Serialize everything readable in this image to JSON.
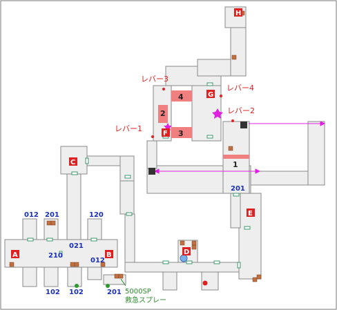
{
  "map": {
    "markers": [
      "A",
      "B",
      "C",
      "D",
      "E",
      "F",
      "G",
      "H"
    ],
    "gate_numbers": [
      "1",
      "2",
      "3",
      "4"
    ],
    "lever_labels": [
      "レバー1",
      "レバー2",
      "レバー3",
      "レバー4"
    ],
    "room_numbers": [
      "012",
      "201",
      "120",
      "021",
      "210",
      "012",
      "102",
      "102",
      "201",
      "201"
    ],
    "note_sp": "5000SP",
    "note_item": "救急スプレー"
  },
  "colors": {
    "background": "#ffffff",
    "frame": "#777777",
    "floor": "#eeeeee",
    "wall": "#888888",
    "gate": "#f08080",
    "marker": "#e02020",
    "lever_text": "#e02020",
    "room_number": "#1a2fb8",
    "arrow": "#e020e0",
    "chest": "#c07040",
    "door": "#3a9a6a",
    "item_note": "#2a8a2a"
  },
  "icons": [
    "chest-icon",
    "door-icon",
    "elevator-block-icon",
    "warp-arrow-icon",
    "star-switch-icon",
    "save-orb-icon",
    "item-dot-icon"
  ]
}
